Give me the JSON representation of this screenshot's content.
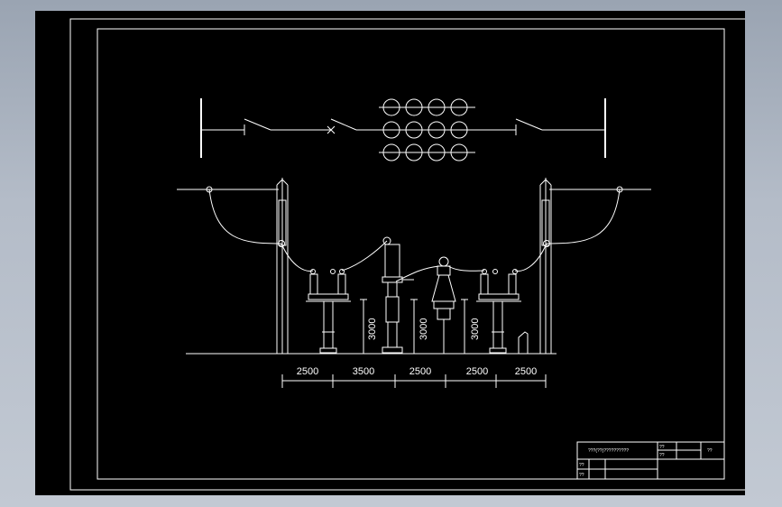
{
  "colors": {
    "background": "#000000",
    "lines": "#ffffff",
    "window_bg": "#b4bcc8"
  },
  "dimensions": {
    "horizontal": [
      "2500",
      "3500",
      "2500",
      "2500",
      "2500"
    ],
    "vertical": [
      "3000",
      "3000",
      "3000"
    ]
  },
  "title_block": {
    "title": "???(??)??????????",
    "label_stage": "??",
    "label_ratio": "??",
    "label_design": "??",
    "label_check": "??",
    "sheet": "??"
  }
}
